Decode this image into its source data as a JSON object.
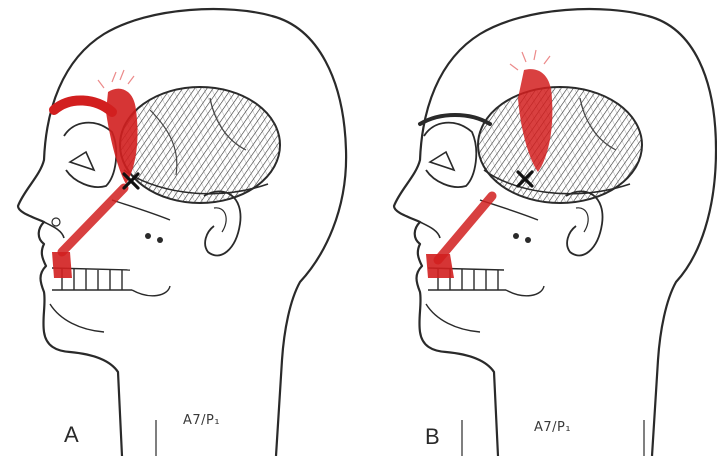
{
  "figure": {
    "panels": [
      {
        "letter": "A",
        "code": "A7/P₁"
      },
      {
        "letter": "B",
        "code": "A7/P₁"
      }
    ]
  },
  "colors": {
    "ink": "#2a2a2a",
    "pain_red": "#d21f1f",
    "pain_red_light": "#ec8a8a",
    "background": "#ffffff"
  },
  "icons": {
    "trigger_point": "x-mark-icon"
  }
}
